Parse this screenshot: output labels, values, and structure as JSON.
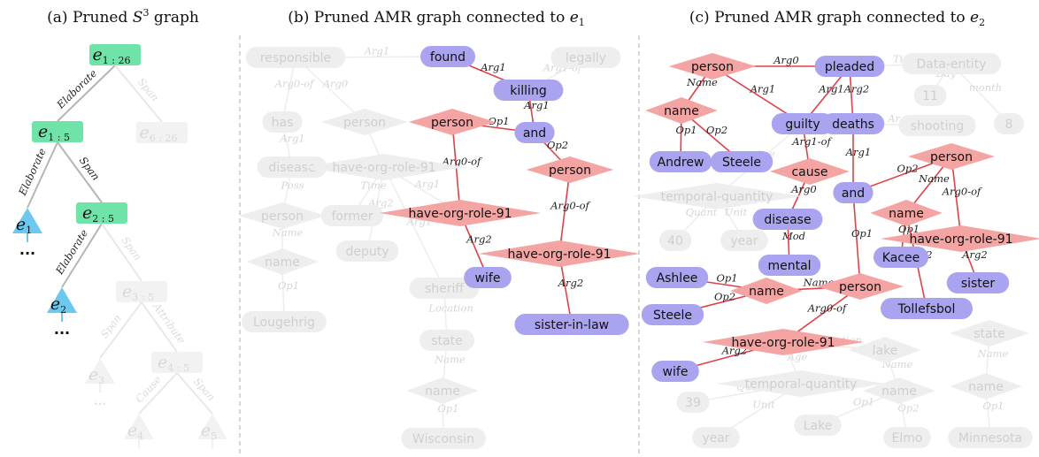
{
  "colors": {
    "green": "#6fe3a8",
    "blue_tri": "#6cc8ef",
    "purple": "#a9a3f0",
    "pink": "#f4a4a2",
    "red_edge": "#e0404a",
    "faded_fill": "#eeeeee",
    "faded_text": "#cfcfcf",
    "separator": "#bbbbbb",
    "tree_edge": "#bbbbbb"
  },
  "titles": {
    "a": {
      "pre": "(a) Pruned ",
      "sym": "S",
      "sup": "3",
      "post": " graph"
    },
    "b": {
      "pre": "(b) Pruned AMR graph connected to ",
      "sym": "e",
      "sub": "1"
    },
    "c": {
      "pre": "(c) Pruned AMR graph connected to ",
      "sym": "e",
      "sub": "2"
    }
  },
  "panel_a": {
    "nodes": [
      {
        "id": "n126",
        "shape": "rect",
        "main": "e",
        "sub": "1 : 26",
        "active": true
      },
      {
        "id": "n15",
        "shape": "rect",
        "main": "e",
        "sub": "1 : 5",
        "active": true
      },
      {
        "id": "n626",
        "shape": "rect",
        "main": "e",
        "sub": "6 : 26",
        "active": false
      },
      {
        "id": "n25",
        "shape": "rect",
        "main": "e",
        "sub": "2 : 5",
        "active": true
      },
      {
        "id": "n35",
        "shape": "rect",
        "main": "e",
        "sub": "3 : 5",
        "active": false
      },
      {
        "id": "n45",
        "shape": "rect",
        "main": "e",
        "sub": "4 : 5",
        "active": false
      },
      {
        "id": "e1",
        "shape": "tri",
        "main": "e",
        "sub": "1",
        "active": true
      },
      {
        "id": "e2",
        "shape": "tri",
        "main": "e",
        "sub": "2",
        "active": true
      },
      {
        "id": "e3",
        "shape": "tri",
        "main": "e",
        "sub": "3",
        "active": false
      },
      {
        "id": "e4",
        "shape": "tri",
        "main": "e",
        "sub": "4",
        "active": false
      },
      {
        "id": "e5",
        "shape": "tri",
        "main": "e",
        "sub": "5",
        "active": false
      }
    ],
    "edges": [
      {
        "from": "n126",
        "to": "n15",
        "label": "Elaborate",
        "active": true
      },
      {
        "from": "n126",
        "to": "n626",
        "label": "Span",
        "active": false
      },
      {
        "from": "n15",
        "to": "e1",
        "label": "Elaborate",
        "active": true
      },
      {
        "from": "n15",
        "to": "n25",
        "label": "Span",
        "active": true
      },
      {
        "from": "n25",
        "to": "e2",
        "label": "Elaborate",
        "active": true
      },
      {
        "from": "n25",
        "to": "n35",
        "label": "Span",
        "active": false
      },
      {
        "from": "n35",
        "to": "e3",
        "label": "Span",
        "active": false
      },
      {
        "from": "n35",
        "to": "n45",
        "label": "Attribute",
        "active": false
      },
      {
        "from": "n45",
        "to": "e4",
        "label": "Cause",
        "active": false
      },
      {
        "from": "n45",
        "to": "e5",
        "label": "Span",
        "active": false
      }
    ],
    "ellipsis_active": "...",
    "ellipsis_faded": "..."
  },
  "panel_b": {
    "nodes": [
      {
        "id": "found",
        "label": "found",
        "shape": "pill",
        "active": true
      },
      {
        "id": "killing",
        "label": "killing",
        "shape": "pill",
        "active": true
      },
      {
        "id": "and",
        "label": "and",
        "shape": "pill",
        "active": true
      },
      {
        "id": "person1",
        "label": "person",
        "shape": "diamond",
        "active": true
      },
      {
        "id": "person2",
        "label": "person",
        "shape": "diamond",
        "active": true
      },
      {
        "id": "hor1",
        "label": "have-org-role-91",
        "shape": "diamond",
        "active": true
      },
      {
        "id": "hor2",
        "label": "have-org-role-91",
        "shape": "diamond",
        "active": true
      },
      {
        "id": "wife",
        "label": "wife",
        "shape": "pill",
        "active": true
      },
      {
        "id": "sil",
        "label": "sister-in-law",
        "shape": "pill",
        "active": true
      },
      {
        "id": "responsible",
        "label": "responsible",
        "shape": "pill",
        "active": false
      },
      {
        "id": "legally",
        "label": "legally",
        "shape": "pill",
        "active": false
      },
      {
        "id": "has",
        "label": "has",
        "shape": "pill",
        "active": false
      },
      {
        "id": "fperson",
        "label": "person",
        "shape": "diamond",
        "active": false
      },
      {
        "id": "disease",
        "label": "disease",
        "shape": "pill",
        "active": false
      },
      {
        "id": "fhor",
        "label": "have-org-role-91",
        "shape": "diamond",
        "active": false
      },
      {
        "id": "fperson2",
        "label": "person",
        "shape": "diamond",
        "active": false
      },
      {
        "id": "former",
        "label": "former",
        "shape": "pill",
        "active": false
      },
      {
        "id": "fname",
        "label": "name",
        "shape": "diamond",
        "active": false
      },
      {
        "id": "deputy",
        "label": "deputy",
        "shape": "pill",
        "active": false
      },
      {
        "id": "sheriff",
        "label": "sheriff",
        "shape": "pill",
        "active": false
      },
      {
        "id": "lougehrig",
        "label": "Lougehrig",
        "shape": "pill",
        "active": false
      },
      {
        "id": "state",
        "label": "state",
        "shape": "pill",
        "active": false
      },
      {
        "id": "fname2",
        "label": "name",
        "shape": "diamond",
        "active": false
      },
      {
        "id": "wisconsin",
        "label": "Wisconsin",
        "shape": "pill",
        "active": false
      }
    ],
    "edges": [
      {
        "from": "found",
        "to": "killing",
        "label": "Arg1",
        "active": true
      },
      {
        "from": "killing",
        "to": "and",
        "label": "Arg1",
        "active": true
      },
      {
        "from": "and",
        "to": "person1",
        "label": "Op1",
        "active": true
      },
      {
        "from": "and",
        "to": "person2",
        "label": "Op2",
        "active": true
      },
      {
        "from": "person1",
        "to": "hor1",
        "label": "Arg0-of",
        "active": true
      },
      {
        "from": "person2",
        "to": "hor2",
        "label": "Arg0-of",
        "active": true
      },
      {
        "from": "hor1",
        "to": "wife",
        "label": "Arg2",
        "active": true
      },
      {
        "from": "hor2",
        "to": "sil",
        "label": "Arg2",
        "active": true
      },
      {
        "from": "responsible",
        "to": "has",
        "label": "Arg0-of",
        "active": false
      },
      {
        "from": "responsible",
        "to": "fperson",
        "label": "Arg0",
        "active": false
      },
      {
        "from": "responsible",
        "to": "found",
        "label": "Arg1",
        "active": false
      },
      {
        "from": "legally",
        "to": "killing",
        "label": "Arg1-of",
        "active": false
      },
      {
        "from": "has",
        "to": "disease",
        "label": "Arg1",
        "active": false
      },
      {
        "from": "fperson",
        "to": "fhor",
        "label": "",
        "active": false
      },
      {
        "from": "disease",
        "to": "fperson2",
        "label": "Poss",
        "active": false
      },
      {
        "from": "fhor",
        "to": "former",
        "label": "Time",
        "active": false
      },
      {
        "from": "fhor",
        "to": "deputy",
        "label": "Arg2",
        "active": false
      },
      {
        "from": "fhor",
        "to": "sheriff",
        "label": "Arg1",
        "active": false
      },
      {
        "from": "fhor",
        "to": "hor1",
        "label": "Arg1",
        "active": false
      },
      {
        "from": "fperson2",
        "to": "fname",
        "label": "Name",
        "active": false
      },
      {
        "from": "fname",
        "to": "lougehrig",
        "label": "Op1",
        "active": false
      },
      {
        "from": "sheriff",
        "to": "state",
        "label": "Location",
        "active": false
      },
      {
        "from": "state",
        "to": "fname2",
        "label": "Name",
        "active": false
      },
      {
        "from": "fname2",
        "to": "wisconsin",
        "label": "Op1",
        "active": false
      }
    ]
  },
  "panel_c": {
    "nodes": [
      {
        "id": "person",
        "label": "person",
        "shape": "diamond",
        "active": true
      },
      {
        "id": "pleaded",
        "label": "pleaded",
        "shape": "pill",
        "active": true
      },
      {
        "id": "name1",
        "label": "name",
        "shape": "diamond",
        "active": true
      },
      {
        "id": "andrew",
        "label": "Andrew",
        "shape": "pill",
        "active": true
      },
      {
        "id": "steele1",
        "label": "Steele",
        "shape": "pill",
        "active": true
      },
      {
        "id": "guilty",
        "label": "guilty",
        "shape": "pill",
        "active": true
      },
      {
        "id": "deaths",
        "label": "deaths",
        "shape": "pill",
        "active": true
      },
      {
        "id": "cause",
        "label": "cause",
        "shape": "diamond",
        "active": true
      },
      {
        "id": "and",
        "label": "and",
        "shape": "pill",
        "active": true
      },
      {
        "id": "person2",
        "label": "person",
        "shape": "diamond",
        "active": true
      },
      {
        "id": "disease",
        "label": "disease",
        "shape": "pill",
        "active": true
      },
      {
        "id": "name2",
        "label": "name",
        "shape": "diamond",
        "active": true
      },
      {
        "id": "kacee",
        "label": "Kacee",
        "shape": "pill",
        "active": true
      },
      {
        "id": "hor1",
        "label": "have-org-role-91",
        "shape": "diamond",
        "active": true
      },
      {
        "id": "mental",
        "label": "mental",
        "shape": "pill",
        "active": true
      },
      {
        "id": "sister",
        "label": "sister",
        "shape": "pill",
        "active": true
      },
      {
        "id": "ashlee",
        "label": "Ashlee",
        "shape": "pill",
        "active": true
      },
      {
        "id": "name3",
        "label": "name",
        "shape": "diamond",
        "active": true
      },
      {
        "id": "person3",
        "label": "person",
        "shape": "diamond",
        "active": true
      },
      {
        "id": "tollefsbol",
        "label": "Tollefsbol",
        "shape": "pill",
        "active": true
      },
      {
        "id": "steele2",
        "label": "Steele",
        "shape": "pill",
        "active": true
      },
      {
        "id": "hor2",
        "label": "have-org-role-91",
        "shape": "diamond",
        "active": true
      },
      {
        "id": "wife",
        "label": "wife",
        "shape": "pill",
        "active": true
      },
      {
        "id": "dataentity",
        "label": "Data-entity",
        "shape": "pill",
        "active": false
      },
      {
        "id": "n11",
        "label": "11",
        "shape": "pill",
        "active": false
      },
      {
        "id": "n8",
        "label": "8",
        "shape": "pill",
        "active": false
      },
      {
        "id": "shooting",
        "label": "shooting",
        "shape": "pill",
        "active": false
      },
      {
        "id": "tq1",
        "label": "temporal-quantity",
        "shape": "diamond",
        "active": false
      },
      {
        "id": "n40",
        "label": "40",
        "shape": "pill",
        "active": false
      },
      {
        "id": "year1",
        "label": "year",
        "shape": "pill",
        "active": false
      },
      {
        "id": "lake",
        "label": "lake",
        "shape": "diamond",
        "active": false
      },
      {
        "id": "state",
        "label": "state",
        "shape": "diamond",
        "active": false
      },
      {
        "id": "tq2",
        "label": "temporal-quantity",
        "shape": "diamond",
        "active": false
      },
      {
        "id": "fname1",
        "label": "name",
        "shape": "diamond",
        "active": false
      },
      {
        "id": "fname2",
        "label": "name",
        "shape": "diamond",
        "active": false
      },
      {
        "id": "n39",
        "label": "39",
        "shape": "pill",
        "active": false
      },
      {
        "id": "year2",
        "label": "year",
        "shape": "pill",
        "active": false
      },
      {
        "id": "lakew",
        "label": "Lake",
        "shape": "pill",
        "active": false
      },
      {
        "id": "elmo",
        "label": "Elmo",
        "shape": "pill",
        "active": false
      },
      {
        "id": "minnesota",
        "label": "Minnesota",
        "shape": "pill",
        "active": false
      }
    ],
    "edges": [
      {
        "from": "person",
        "to": "pleaded",
        "label": "Arg0",
        "active": true
      },
      {
        "from": "person",
        "to": "name1",
        "label": "Name",
        "active": true
      },
      {
        "from": "name1",
        "to": "andrew",
        "label": "Op1",
        "active": true
      },
      {
        "from": "name1",
        "to": "steele1",
        "label": "Op2",
        "active": true
      },
      {
        "from": "person",
        "to": "guilty",
        "label": "Arg1",
        "active": true
      },
      {
        "from": "pleaded",
        "to": "guilty",
        "label": "Arg1",
        "active": true
      },
      {
        "from": "pleaded",
        "to": "deaths",
        "label": "Arg2",
        "active": true
      },
      {
        "from": "guilty",
        "to": "cause",
        "label": "Arg1-of",
        "active": true
      },
      {
        "from": "deaths",
        "to": "and",
        "label": "Arg1",
        "active": true
      },
      {
        "from": "cause",
        "to": "disease",
        "label": "Arg0",
        "active": true
      },
      {
        "from": "disease",
        "to": "mental",
        "label": "Mod",
        "active": true
      },
      {
        "from": "and",
        "to": "person2",
        "label": "Op2",
        "active": true
      },
      {
        "from": "and",
        "to": "person3",
        "label": "Op1",
        "active": true
      },
      {
        "from": "person2",
        "to": "name2",
        "label": "Name",
        "active": true
      },
      {
        "from": "person2",
        "to": "hor1",
        "label": "Arg0-of",
        "active": true
      },
      {
        "from": "name2",
        "to": "kacee",
        "label": "Op1",
        "active": true
      },
      {
        "from": "name2",
        "to": "tollefsbol",
        "label": "Op2",
        "active": true
      },
      {
        "from": "hor1",
        "to": "sister",
        "label": "Arg2",
        "active": true
      },
      {
        "from": "name3",
        "to": "ashlee",
        "label": "Op1",
        "active": true
      },
      {
        "from": "name3",
        "to": "steele2",
        "label": "Op2",
        "active": true
      },
      {
        "from": "person3",
        "to": "name3",
        "label": "Name",
        "active": true
      },
      {
        "from": "person3",
        "to": "hor2",
        "label": "Arg0-of",
        "active": true
      },
      {
        "from": "hor2",
        "to": "wife",
        "label": "Arg2",
        "active": true
      },
      {
        "from": "pleaded",
        "to": "dataentity",
        "label": "Time",
        "active": false
      },
      {
        "from": "dataentity",
        "to": "n11",
        "label": "Day",
        "active": false
      },
      {
        "from": "dataentity",
        "to": "n8",
        "label": "month",
        "active": false
      },
      {
        "from": "deaths",
        "to": "shooting",
        "label": "Arg0",
        "active": false
      },
      {
        "from": "guilty",
        "to": "tq1",
        "label": "Age",
        "active": false
      },
      {
        "from": "tq1",
        "to": "n40",
        "label": "Quant",
        "active": false
      },
      {
        "from": "tq1",
        "to": "year1",
        "label": "Unit",
        "active": false
      },
      {
        "from": "hor2",
        "to": "lake",
        "label": "Location",
        "active": false
      },
      {
        "from": "hor2",
        "to": "tq2",
        "label": "Age",
        "active": false
      },
      {
        "from": "lake",
        "to": "fname1",
        "label": "Name",
        "active": false
      },
      {
        "from": "state",
        "to": "fname2",
        "label": "Name",
        "active": false
      },
      {
        "from": "tq2",
        "to": "n39",
        "label": "Quant",
        "active": false
      },
      {
        "from": "tq2",
        "to": "year2",
        "label": "Unit",
        "active": false
      },
      {
        "from": "fname1",
        "to": "lakew",
        "label": "Op1",
        "active": false
      },
      {
        "from": "fname1",
        "to": "elmo",
        "label": "Op2",
        "active": false
      },
      {
        "from": "fname2",
        "to": "minnesota",
        "label": "Op1",
        "active": false
      }
    ]
  }
}
